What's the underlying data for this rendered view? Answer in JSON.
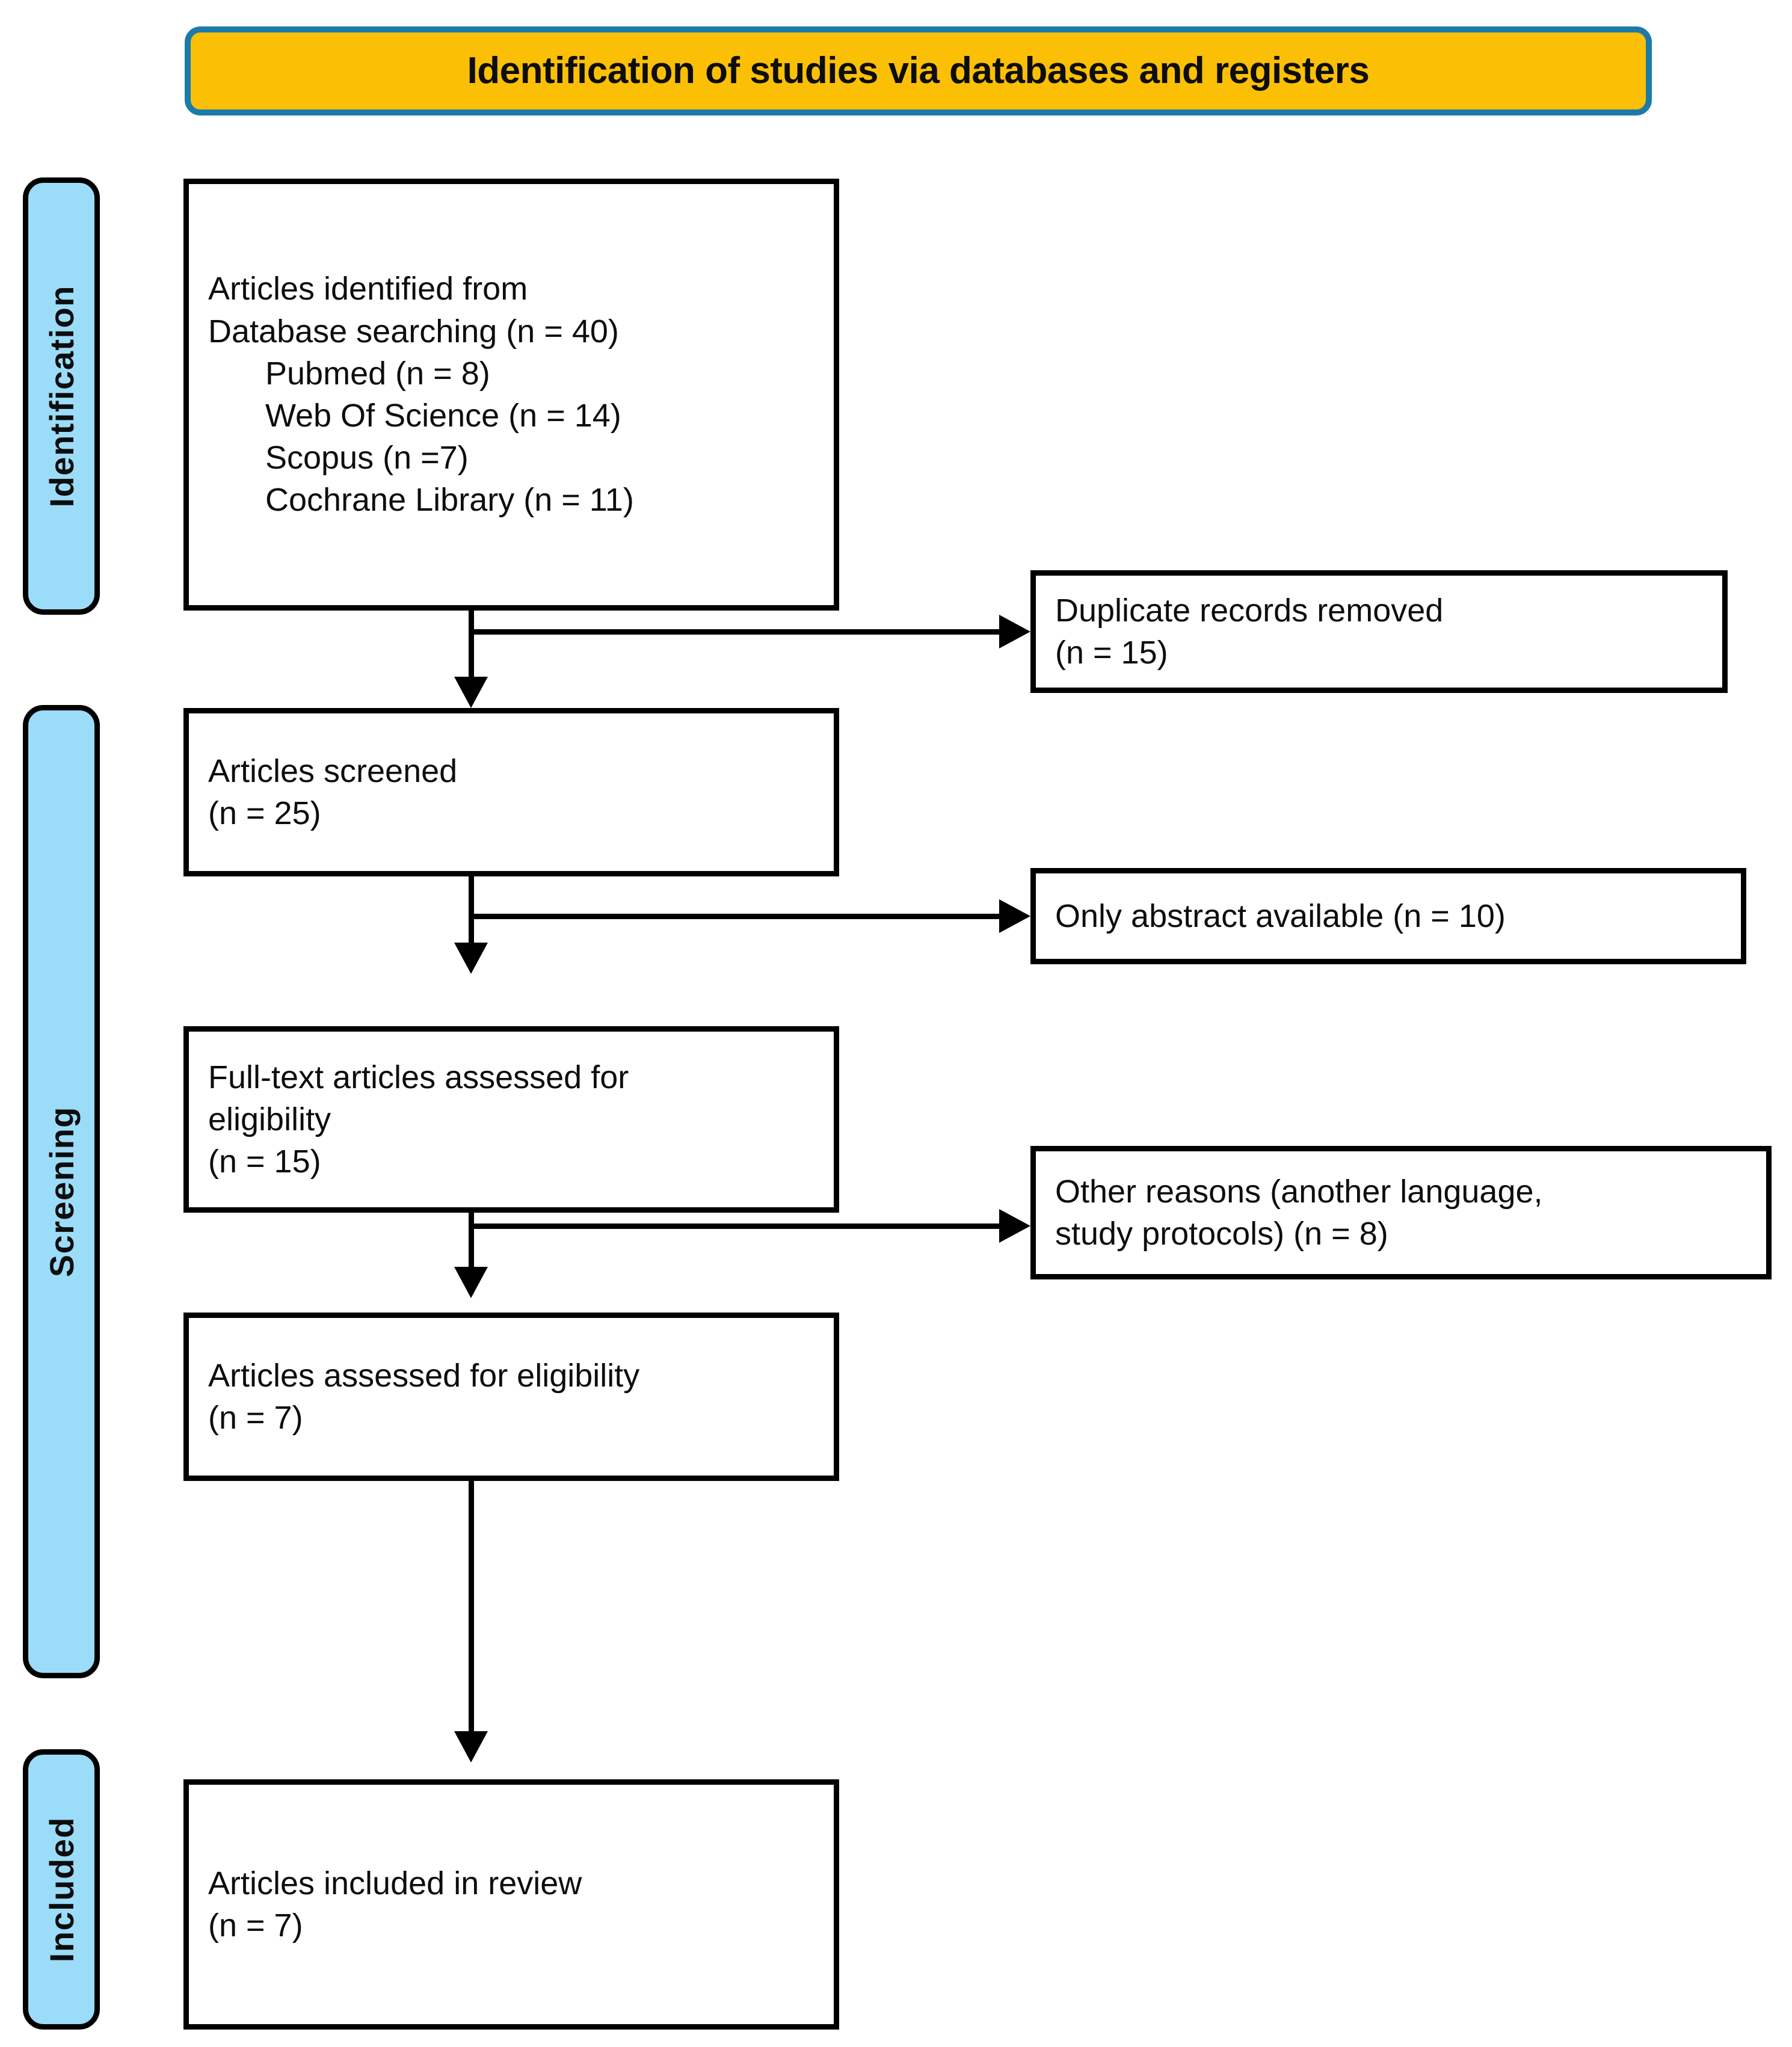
{
  "header": {
    "title": "Identification of studies via databases and registers",
    "fill_color": "#FBBF06",
    "border_color": "#1B7BA8"
  },
  "stages": [
    {
      "id": "identification",
      "label": "Identification",
      "fill_color": "#9BDCF8"
    },
    {
      "id": "screening",
      "label": "Screening",
      "fill_color": "#9BDCF8"
    },
    {
      "id": "included",
      "label": "Included",
      "fill_color": "#9BDCF8"
    }
  ],
  "flow": {
    "identified": {
      "line1": "Articles identified from",
      "line2": "Database searching (n = 40)",
      "source1": "Pubmed (n = 8)",
      "source2": "Web Of Science (n = 14)",
      "source3": "Scopus (n =7)",
      "source4": "Cochrane Library (n = 11)"
    },
    "screened": {
      "line1": "Articles screened",
      "line2": "(n = 25)"
    },
    "fulltext": {
      "line1": "Full-text articles assessed for",
      "line2": "eligibility",
      "line3": "(n = 15)"
    },
    "assessed": {
      "line1": "Articles assessed for eligibility",
      "line2": "(n = 7)"
    },
    "included": {
      "line1": "Articles included in review",
      "line2": "(n = 7)"
    }
  },
  "exclusions": {
    "duplicates": {
      "line1": "Duplicate records removed",
      "line2": "(n = 15)"
    },
    "only_abstract": {
      "line1": "Only abstract available (n = 10)"
    },
    "other_reasons": {
      "line1": "Other reasons (another language,",
      "line2": "study protocols) (n = 8)"
    }
  },
  "chart_data": {
    "type": "flow-diagram",
    "title": "Identification of studies via databases and registers",
    "nodes": [
      {
        "id": "identified",
        "stage": "Identification",
        "label": "Articles identified from Database searching",
        "n": 40,
        "breakdown": [
          {
            "source": "Pubmed",
            "n": 8
          },
          {
            "source": "Web Of Science",
            "n": 14
          },
          {
            "source": "Scopus",
            "n": 7
          },
          {
            "source": "Cochrane Library",
            "n": 11
          }
        ]
      },
      {
        "id": "duplicates",
        "stage": "Identification",
        "label": "Duplicate records removed",
        "n": 15,
        "kind": "exclusion"
      },
      {
        "id": "screened",
        "stage": "Screening",
        "label": "Articles screened",
        "n": 25
      },
      {
        "id": "only_abstract",
        "stage": "Screening",
        "label": "Only abstract available",
        "n": 10,
        "kind": "exclusion"
      },
      {
        "id": "fulltext",
        "stage": "Screening",
        "label": "Full-text articles assessed for eligibility",
        "n": 15
      },
      {
        "id": "other_reasons",
        "stage": "Screening",
        "label": "Other reasons (another language, study protocols)",
        "n": 8,
        "kind": "exclusion"
      },
      {
        "id": "assessed",
        "stage": "Screening",
        "label": "Articles assessed for eligibility",
        "n": 7
      },
      {
        "id": "included",
        "stage": "Included",
        "label": "Articles included in review",
        "n": 7
      }
    ],
    "edges": [
      {
        "from": "identified",
        "to": "duplicates",
        "direction": "right"
      },
      {
        "from": "identified",
        "to": "screened",
        "direction": "down"
      },
      {
        "from": "screened",
        "to": "only_abstract",
        "direction": "right"
      },
      {
        "from": "screened",
        "to": "fulltext",
        "direction": "down"
      },
      {
        "from": "fulltext",
        "to": "other_reasons",
        "direction": "right"
      },
      {
        "from": "fulltext",
        "to": "assessed",
        "direction": "down"
      },
      {
        "from": "assessed",
        "to": "included",
        "direction": "down"
      }
    ]
  }
}
